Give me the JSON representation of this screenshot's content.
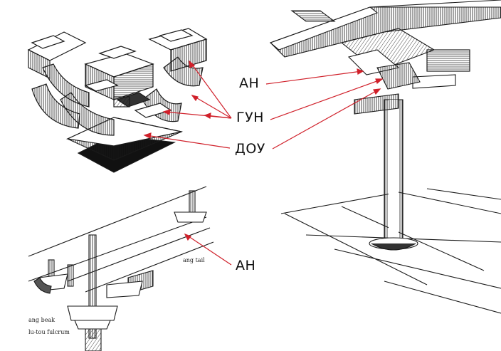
{
  "labels": {
    "an_top": "АН",
    "gun": "ГУН",
    "dou": "ДОУ",
    "an_bottom": "АН"
  },
  "captions": {
    "ang_tail": "ang tail",
    "ang_beak": "ang beak",
    "lu_tou_fulcrum": "lu-tou fulcrum"
  },
  "colors": {
    "arrow": "#d0202a",
    "ink": "#1a1a1a"
  }
}
